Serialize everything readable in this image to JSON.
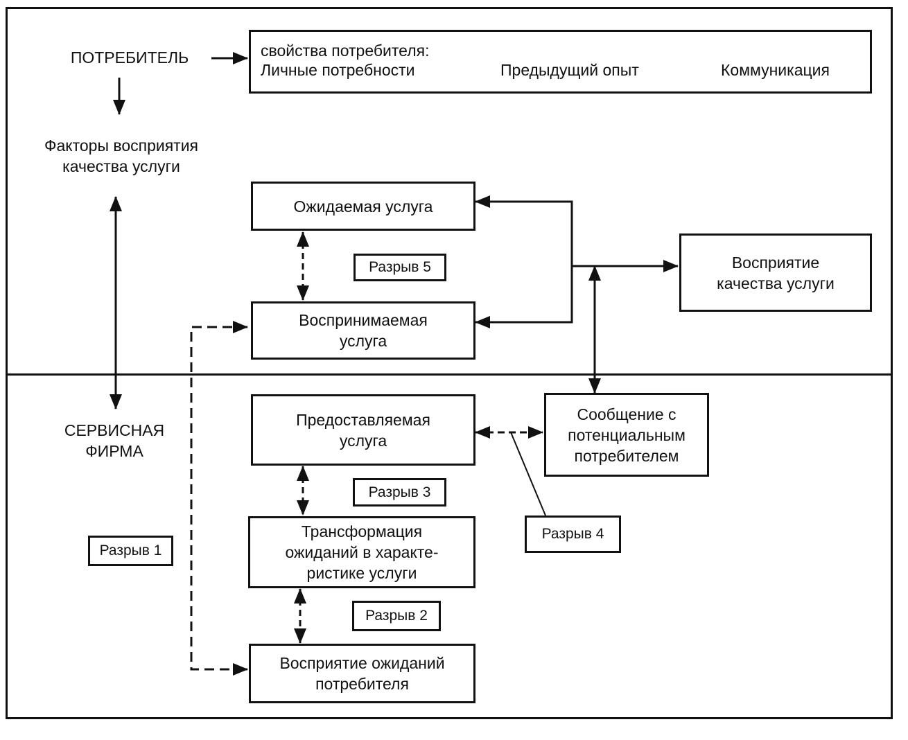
{
  "consumer_label": "ПОТРЕБИТЕЛЬ",
  "factors_label": {
    "line1": "Факторы восприятия",
    "line2": "качества услуги"
  },
  "firm_label": {
    "line1": "СЕРВИСНАЯ",
    "line2": "ФИРМА"
  },
  "consumer_properties": {
    "heading": "свойства потребителя:",
    "items": [
      "Личные потребности",
      "Предыдущий опыт",
      "Коммуникация"
    ]
  },
  "boxes": {
    "expected_service": "Ожидаемая услуга",
    "perceived_service": {
      "line1": "Воспринимаемая",
      "line2": "услуга"
    },
    "quality_perception": {
      "line1": "Восприятие",
      "line2": "качества услуги"
    },
    "delivered_service": {
      "line1": "Предоставляемая",
      "line2": "услуга"
    },
    "communication": {
      "line1": "Сообщение с",
      "line2": "потенциальным",
      "line3": "потребителем"
    },
    "transformation": {
      "line1": "Трансформация",
      "line2": "ожиданий в характе-",
      "line3": "ристике услуги"
    },
    "perception_expectations": {
      "line1": "Восприятие ожиданий",
      "line2": "потребителя"
    }
  },
  "gaps": {
    "gap1": "Разрыв 1",
    "gap2": "Разрыв 2",
    "gap3": "Разрыв 3",
    "gap4": "Разрыв 4",
    "gap5": "Разрыв 5"
  }
}
